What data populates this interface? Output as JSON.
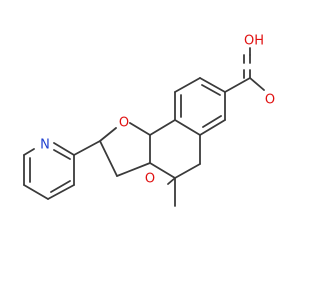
{
  "molecule": {
    "atoms": {
      "pyridine_n": "N",
      "furan_o": "O",
      "pyran_o": "O",
      "carbonyl_o": "O",
      "hydroxyl": "OH"
    }
  },
  "colors": {
    "bond": "#3a3a3a",
    "nitrogen": "#1f3fd0",
    "oxygen": "#e01010",
    "background": "#ffffff"
  }
}
